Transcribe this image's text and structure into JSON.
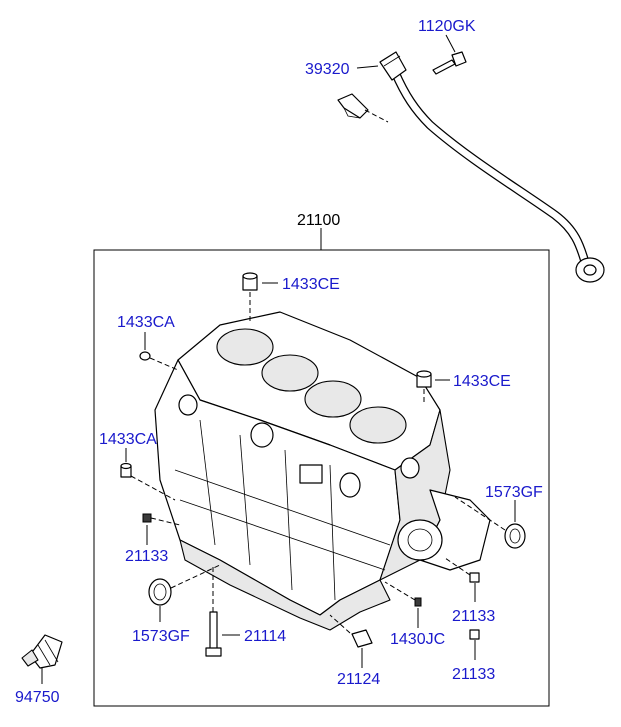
{
  "diagram": {
    "labels": {
      "knock_bolt": "1120GK",
      "knock_sensor": "39320",
      "block_assy": "21100",
      "plug_top": "1433CE",
      "plug_right": "1433CE",
      "dowel_upper_left": "1433CA",
      "dowel_lower_left": "1433CA",
      "oil_seal_right": "1573GF",
      "oil_seal_left": "1573GF",
      "dowel_left": "21133",
      "dowel_right_upper": "21133",
      "dowel_right_lower": "21133",
      "bolt": "21114",
      "sleeve": "21124",
      "pin": "1430JC",
      "sensor": "94750"
    },
    "colors": {
      "label": "#1a1acc",
      "line": "#000000"
    }
  }
}
